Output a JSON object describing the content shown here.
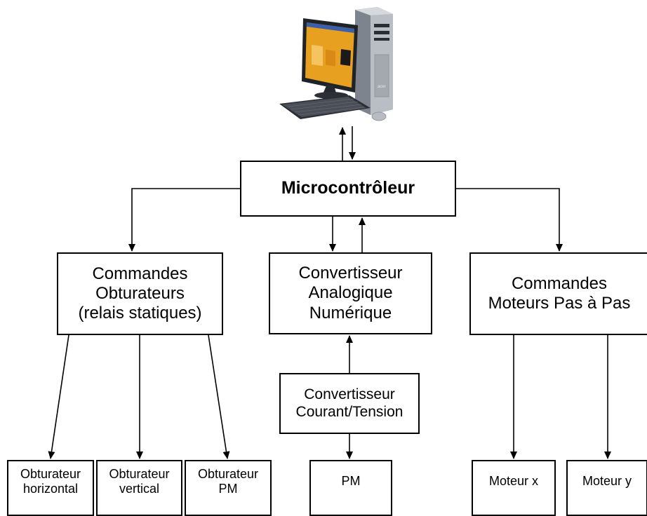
{
  "computer": {
    "brand": "acer"
  },
  "microcontroller": {
    "label": "Microcontrôleur"
  },
  "shutter_commands": {
    "lines": [
      "Commandes",
      "Obturateurs",
      "(relais statiques)"
    ]
  },
  "adc": {
    "lines": [
      "Convertisseur",
      "Analogique",
      "Numérique"
    ]
  },
  "motor_commands": {
    "lines": [
      "Commandes",
      "Moteurs Pas à  Pas"
    ]
  },
  "current_voltage_converter": {
    "lines": [
      "Convertisseur",
      "Courant/Tension"
    ]
  },
  "outputs": {
    "shutter_horizontal": [
      "Obturateur",
      "horizontal"
    ],
    "shutter_vertical": [
      "Obturateur",
      "vertical"
    ],
    "shutter_pm": [
      "Obturateur",
      "PM"
    ],
    "pm": "PM",
    "motor_x": "Moteur x",
    "motor_y": "Moteur y"
  },
  "colors": {
    "line": "#000000",
    "screen_ui": "#e8a020",
    "tower": "#9aa0a8"
  }
}
